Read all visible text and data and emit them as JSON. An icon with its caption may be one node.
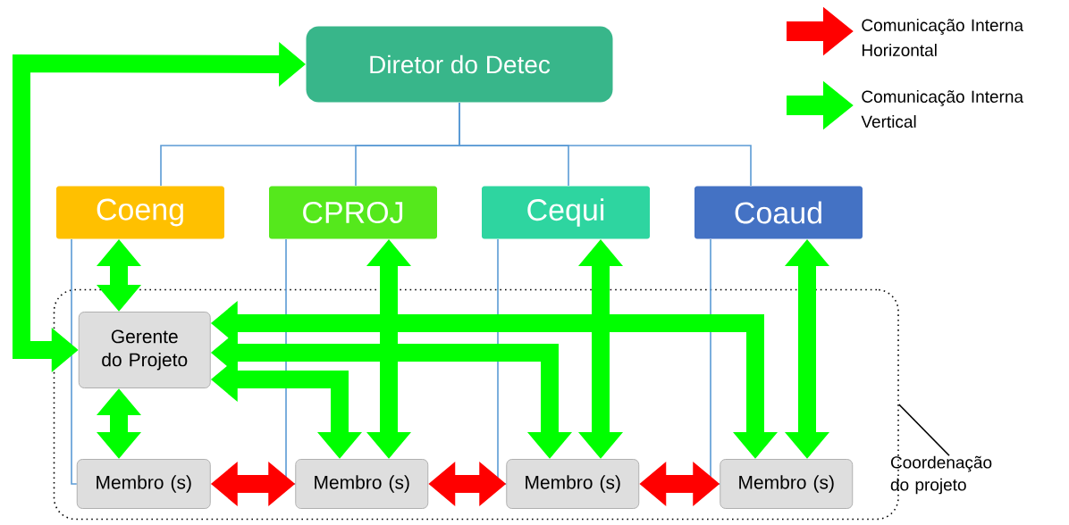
{
  "diagram": {
    "nodes": [
      {
        "text": [
          "Diretor do Detec"
        ]
      },
      {
        "text": [
          "Coeng"
        ]
      },
      {
        "text": [
          "CPROJ"
        ]
      },
      {
        "text": [
          "Cequi"
        ]
      },
      {
        "text": [
          "Coaud"
        ]
      },
      {
        "text": [],
        "shape": "box"
      },
      {
        "text": [
          "Gerente do Projeto"
        ],
        "in": 5
      },
      {
        "text": [
          "Membro (s)"
        ],
        "in": 5
      },
      {
        "text": [
          "Membro (s)"
        ],
        "in": 5
      },
      {
        "text": [
          "Membro (s)"
        ],
        "in": 5
      },
      {
        "text": [
          "Membro (s)"
        ],
        "in": 5
      },
      {
        "text": [
          "Coordenação do projeto"
        ]
      }
    ],
    "edges": [
      {
        "from": 0,
        "to": 1,
        "arrow": "none",
        "color": "#5b9bd5"
      },
      {
        "from": 0,
        "to": 2,
        "arrow": "none",
        "color": "#5b9bd5"
      },
      {
        "from": 0,
        "to": 3,
        "arrow": "none",
        "color": "#5b9bd5"
      },
      {
        "from": 0,
        "to": 4,
        "arrow": "none",
        "color": "#5b9bd5"
      },
      {
        "from": 1,
        "to": 7,
        "arrow": "none",
        "color": "#5b9bd5"
      },
      {
        "from": 2,
        "to": 8,
        "arrow": "none",
        "color": "#5b9bd5"
      },
      {
        "from": 3,
        "to": 9,
        "arrow": "none",
        "color": "#5b9bd5"
      },
      {
        "from": 4,
        "to": 10,
        "arrow": "none",
        "color": "#5b9bd5"
      },
      {
        "from": 6,
        "to": 0,
        "arrow": "both"
      },
      {
        "from": 1,
        "to": 6,
        "arrow": "both"
      },
      {
        "from": 6,
        "to": 7,
        "arrow": "both"
      },
      {
        "from": 2,
        "to": 8,
        "arrow": "both"
      },
      {
        "from": 3,
        "to": 9,
        "arrow": "both"
      },
      {
        "from": 4,
        "to": 10,
        "arrow": "both"
      },
      {
        "from": 6,
        "to": 8,
        "arrow": "both"
      },
      {
        "from": 6,
        "to": 9,
        "arrow": "both"
      },
      {
        "from": 6,
        "to": 10,
        "arrow": "both"
      },
      {
        "from": 7,
        "to": 8,
        "arrow": "both",
        "color": "#ff0000"
      },
      {
        "from": 8,
        "to": 9,
        "arrow": "both",
        "color": "#ff0000"
      },
      {
        "from": 9,
        "to": 10,
        "arrow": "both",
        "color": "#ff0000"
      },
      {
        "from": 11,
        "to": 5,
        "arrow": "none",
        "color": "#000000"
      }
    ],
    "legend": [
      {
        "text": "Comunicação Interna Horizontal",
        "color": "#ff0000"
      },
      {
        "text": "Comunicação Interna Vertical",
        "color": "#00ff00"
      }
    ]
  }
}
